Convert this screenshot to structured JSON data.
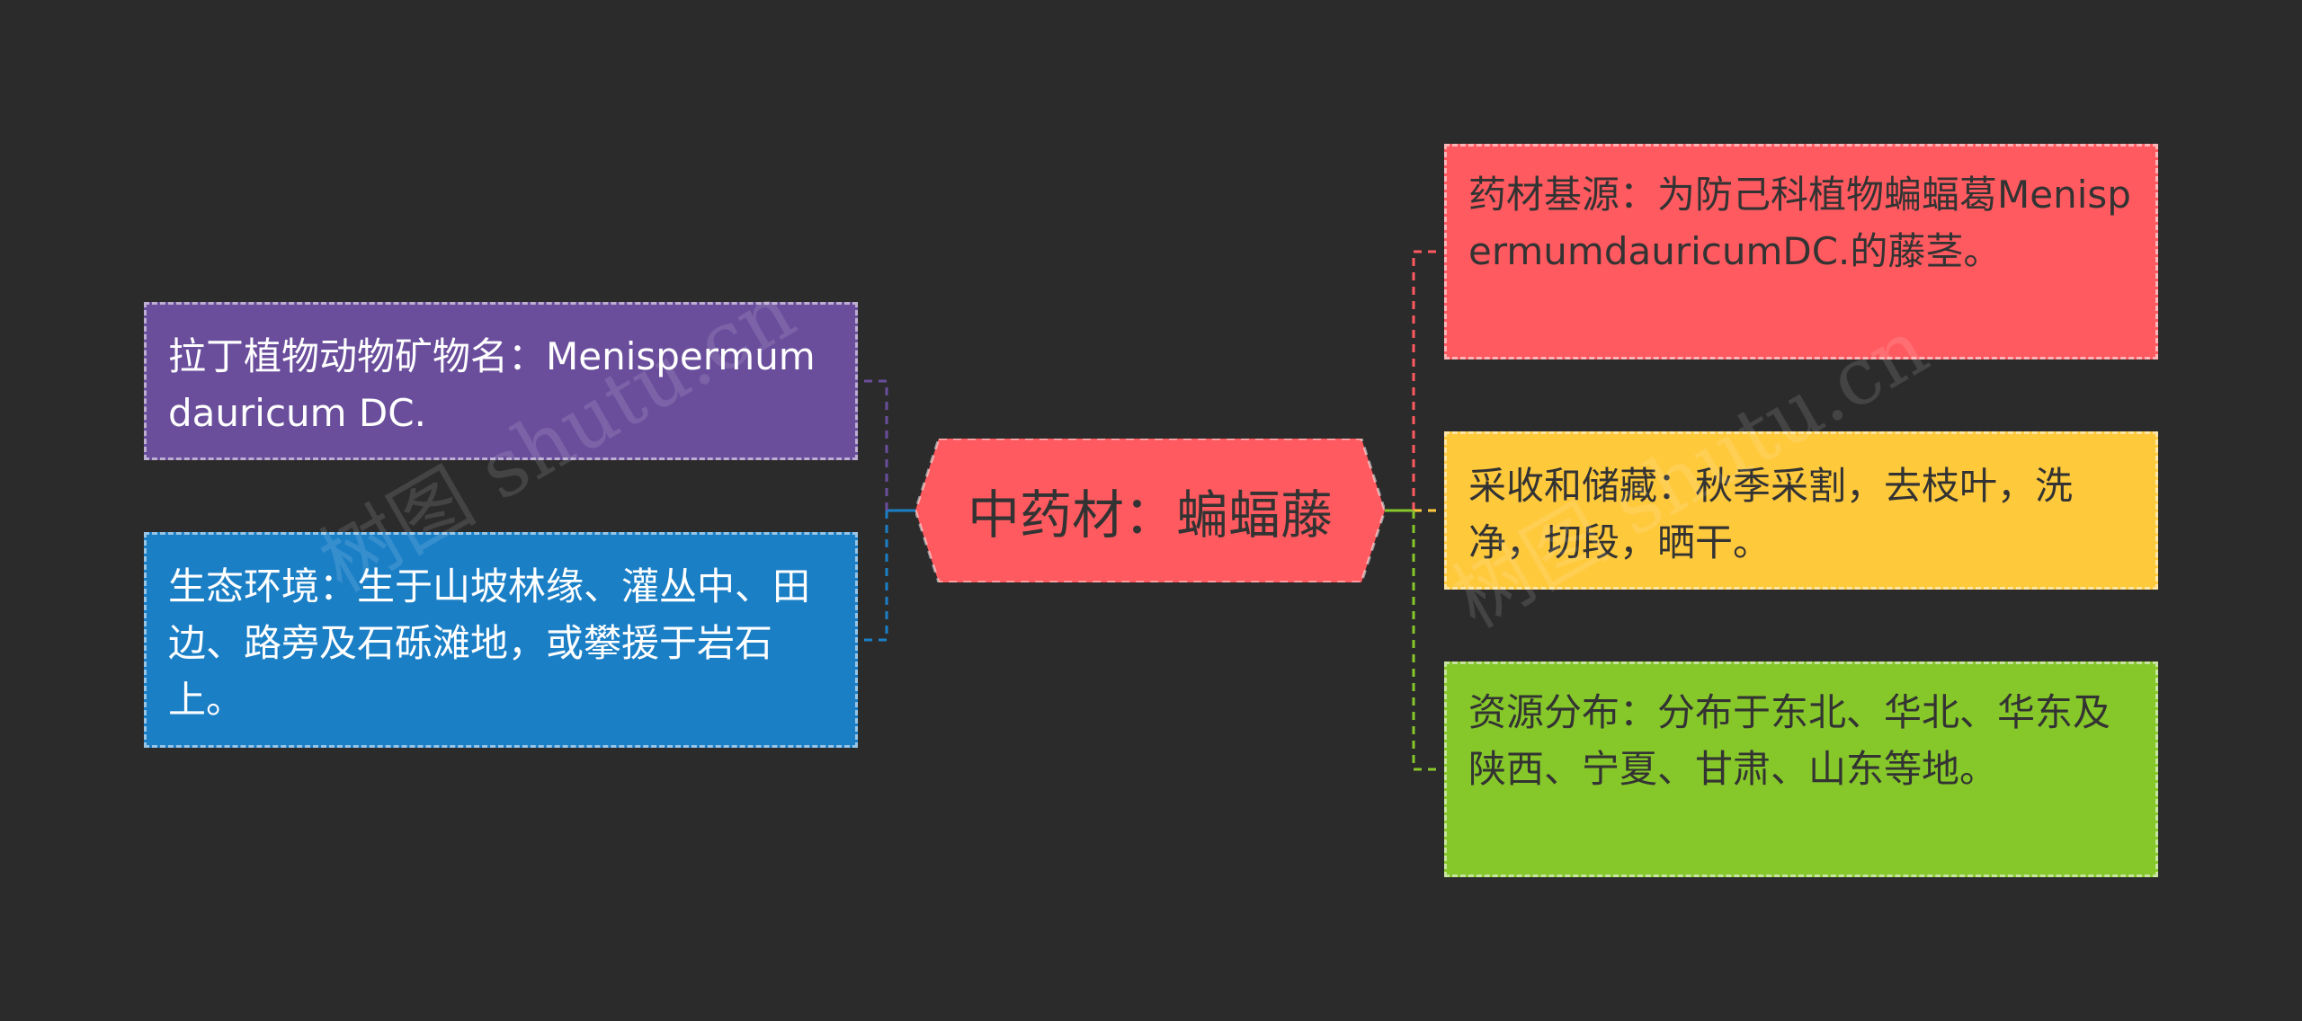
{
  "center": {
    "title": "中药材：蝙蝠藤",
    "color": "#ff5a5f"
  },
  "left_nodes": [
    {
      "text": "拉丁植物动物矿物名：Menispermum dauricum DC.",
      "color": "#6a4e9c"
    },
    {
      "text": "生态环境：生于山坡林缘、灌丛中、田边、路旁及石砾滩地，或攀援于岩石上。",
      "color": "#1b7fc6"
    }
  ],
  "right_nodes": [
    {
      "text": "药材基源：为防己科植物蝙蝠葛MenispermumdauricumDC.的藤茎。",
      "color": "#ff5a5f"
    },
    {
      "text": "采收和储藏：秋季采割，去枝叶，洗净，切段，晒干。",
      "color": "#ffc93c"
    },
    {
      "text": "资源分布：分布于东北、华北、华东及陕西、宁夏、甘肃、山东等地。",
      "color": "#86c72a"
    }
  ],
  "watermark": {
    "text": "树图 shutu.cn"
  }
}
